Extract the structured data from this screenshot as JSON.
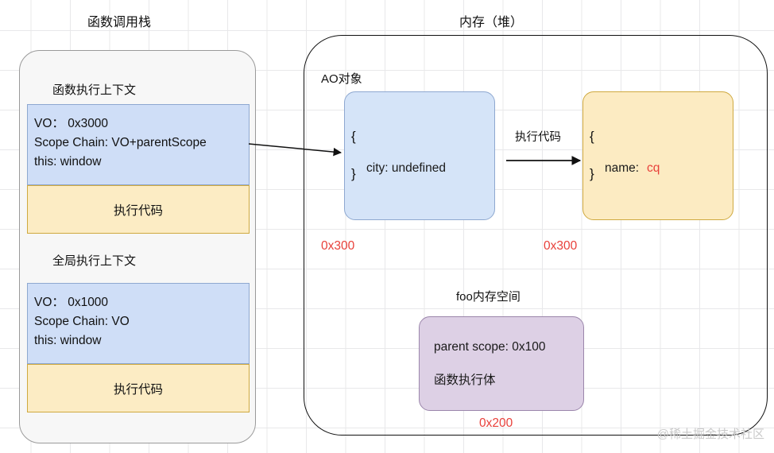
{
  "diagram": {
    "call_stack": {
      "title": "函数调用栈",
      "contexts": [
        {
          "name": "函数执行上下文",
          "vo_label": "VO： 0x3000",
          "scope_label": "Scope Chain: VO+parentScope",
          "this_label": "this: window",
          "code_label": "执行代码"
        },
        {
          "name": "全局执行上下文",
          "vo_label": "VO： 0x1000",
          "scope_label": "Scope Chain:  VO",
          "this_label": "this: window",
          "code_label": "执行代码"
        }
      ]
    },
    "memory": {
      "title": "内存（堆）",
      "ao_label": "AO对象",
      "ao_object": {
        "open_brace": "{",
        "body": "city: undefined",
        "close_brace": "}",
        "address": "0x300"
      },
      "result_object": {
        "open_brace": "{",
        "body_key": "name:",
        "body_value": "cq",
        "close_brace": "}",
        "address": "0x300"
      },
      "foo_space": {
        "title": "foo内存空间",
        "parent_scope": "parent scope: 0x100",
        "body": "函数执行体",
        "address": "0x200"
      }
    },
    "arrows": {
      "stack_to_ao": "",
      "execute_code": "执行代码"
    },
    "watermark": "@稀土掘金技术社区",
    "colors": {
      "accent_red": "#e8403a",
      "blue_fill": "#cfdef7",
      "yellow_fill": "#fcecc4",
      "purple_fill": "#ddd0e5"
    }
  }
}
